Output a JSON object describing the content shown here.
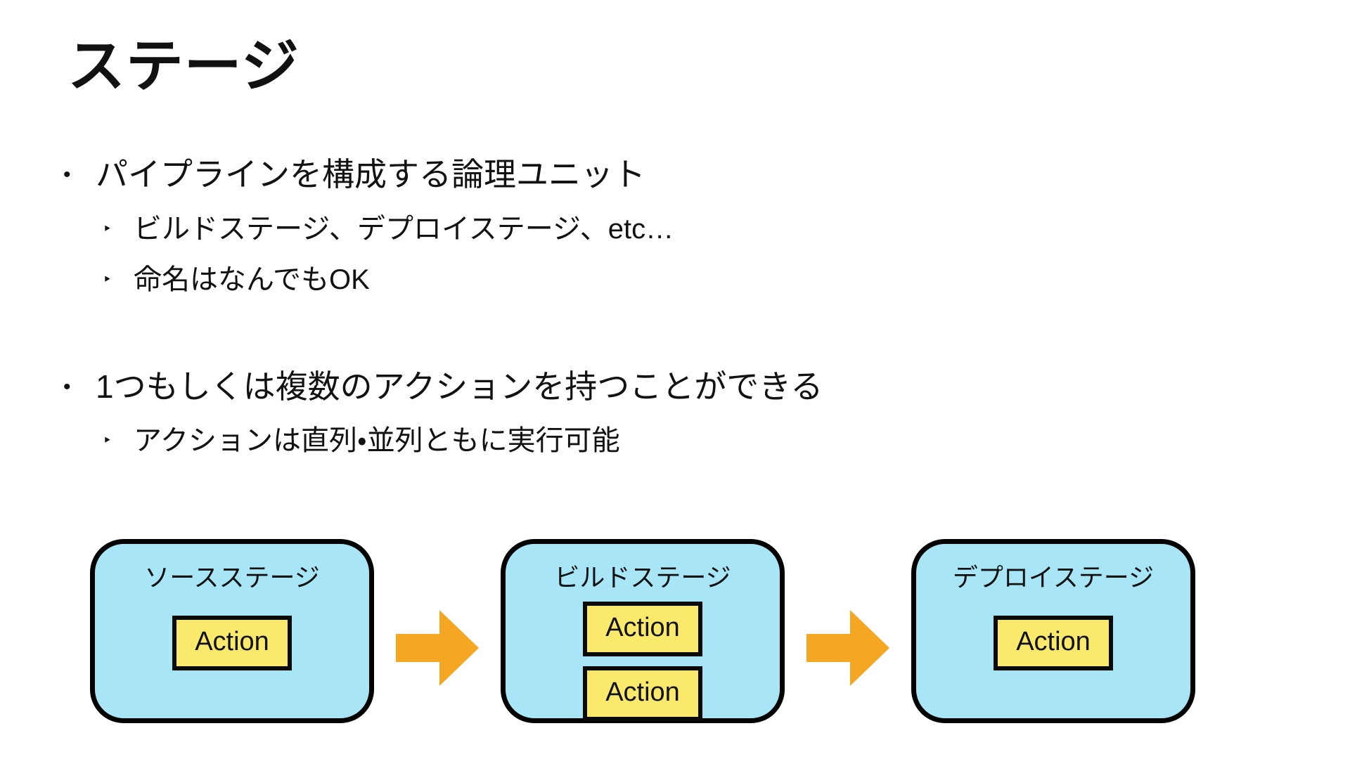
{
  "slide": {
    "title": "ステージ",
    "bullet_groups": [
      {
        "level1": "パイプラインを構成する論理ユニット",
        "marker": "•",
        "sub_marker": "‣",
        "level2": [
          "ビルドステージ、デプロイステージ、etc…",
          "命名はなんでもOK"
        ]
      },
      {
        "level1": "1つもしくは複数のアクションを持つことができる",
        "marker": "•",
        "sub_marker": "‣",
        "level2": [
          "アクションは直列・並列ともに実行可能"
        ]
      }
    ],
    "diagram": {
      "stages": [
        {
          "label": "ソースステージ",
          "actions": [
            "Action"
          ]
        },
        {
          "label": "ビルドステージ",
          "actions": [
            "Action",
            "Action"
          ]
        },
        {
          "label": "デプロイステージ",
          "actions": [
            "Action"
          ]
        }
      ],
      "arrows": [
        {
          "icon": "right-arrow-icon"
        },
        {
          "icon": "right-arrow-icon"
        }
      ],
      "colors": {
        "stage_fill": "#A8E6F7",
        "stage_border": "#000000",
        "action_fill": "#FBE96B",
        "action_border": "#0A0A0A",
        "arrow": "#F5A623",
        "background": "#FFFFFF",
        "text": "#111111"
      }
    }
  }
}
